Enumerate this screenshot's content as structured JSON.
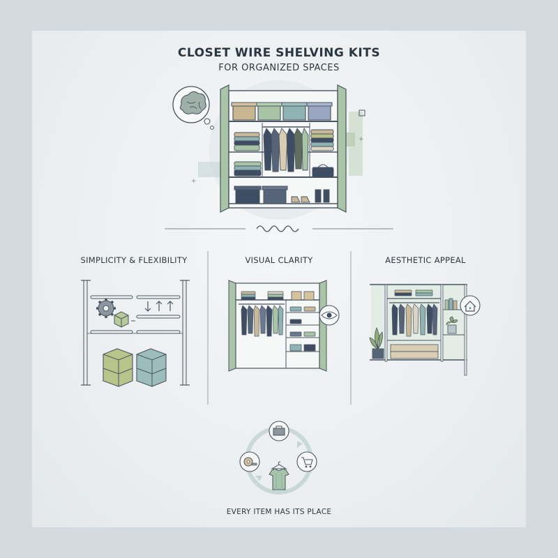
{
  "title": "CLOSET WIRE SHELVING KITS",
  "subtitle": "FOR ORGANIZED SPACES",
  "panels": [
    {
      "label": "SIMPLICITY & FLEXIBILITY"
    },
    {
      "label": "VISUAL CLARITY"
    },
    {
      "label": "AESTHETIC APPEAL"
    }
  ],
  "footer": "EVERY ITEM HAS ITS PLACE",
  "colors": {
    "background": "#d3dbe1",
    "card": "#eef1f3",
    "outline": "#4a5560",
    "sage": "#a8c4a6",
    "teal": "#8fb3b3",
    "navy": "#3e4d63",
    "olive": "#b9c28a",
    "tan": "#c9b99a"
  },
  "icons": [
    "brain-icon",
    "gear-icon",
    "eye-icon",
    "house-icon",
    "toolbox-icon",
    "cart-icon",
    "tape-icon",
    "shirt-hanger-icon"
  ]
}
